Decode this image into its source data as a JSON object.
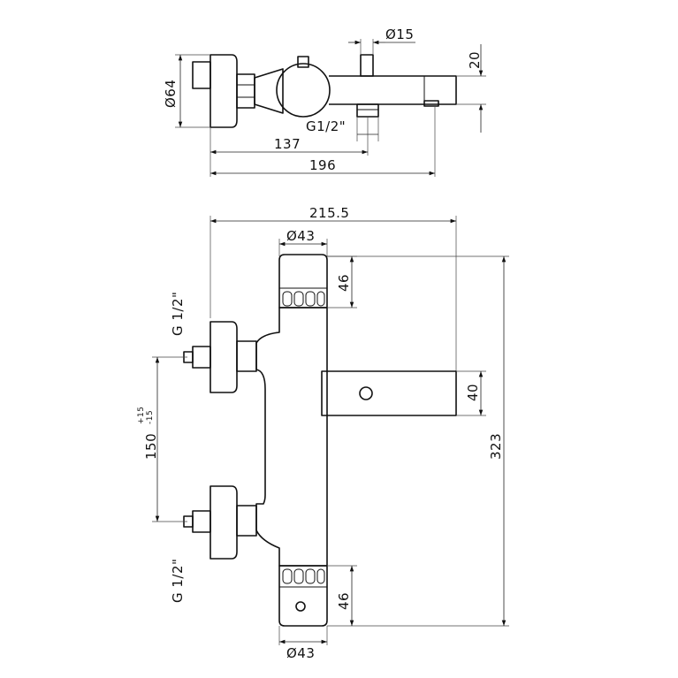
{
  "top_view": {
    "diameter_body": "Ø64",
    "diameter_outlet": "Ø15",
    "height_spout": "20",
    "thread": "G1/2\"",
    "length_137": "137",
    "length_196": "196"
  },
  "front_view": {
    "width_total": "215.5",
    "diameter_top_knob": "Ø43",
    "height_top_knob": "46",
    "thread_upper": "G 1/2\"",
    "thread_lower": "G 1/2\"",
    "spacing_value": "150",
    "spacing_tol_plus": "+15",
    "spacing_tol_minus": "-15",
    "spout_height": "40",
    "height_total": "323",
    "height_bottom_knob": "46",
    "diameter_bottom_knob": "Ø43"
  }
}
